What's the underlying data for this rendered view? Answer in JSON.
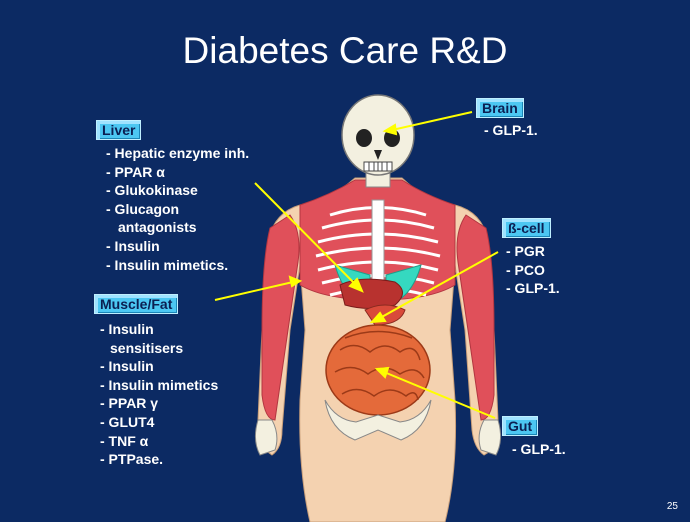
{
  "slide": {
    "title": "Diabetes Care R&D",
    "page_number": "25"
  },
  "callouts": {
    "liver": {
      "label": "Liver",
      "items": [
        "- Hepatic enzyme inh.",
        "- PPAR α",
        "- Glukokinase",
        "- Glucagon",
        "  antagonists",
        "- Insulin",
        "- Insulin mimetics."
      ]
    },
    "muscle_fat": {
      "label": "Muscle/Fat",
      "items": [
        "- Insulin",
        "  sensitisers",
        "- Insulin",
        "- Insulin mimetics",
        "- PPAR γ",
        "- GLUT4",
        "- TNF α",
        "- PTPase."
      ]
    },
    "brain": {
      "label": "Brain",
      "items": [
        "- GLP-1."
      ]
    },
    "beta_cell": {
      "label": "ß-cell",
      "items": [
        "- PGR",
        "- PCO",
        "- GLP-1."
      ]
    },
    "gut": {
      "label": "Gut",
      "items": [
        "- GLP-1."
      ]
    }
  },
  "colors": {
    "background": "#0c2a63",
    "label_fill": "#4cc7f2",
    "arrow": "#ffff00",
    "muscle": "#e0505a",
    "skin": "#f4d2b0",
    "intestine": "#e46a3a",
    "lungs": "#35d9c0"
  }
}
